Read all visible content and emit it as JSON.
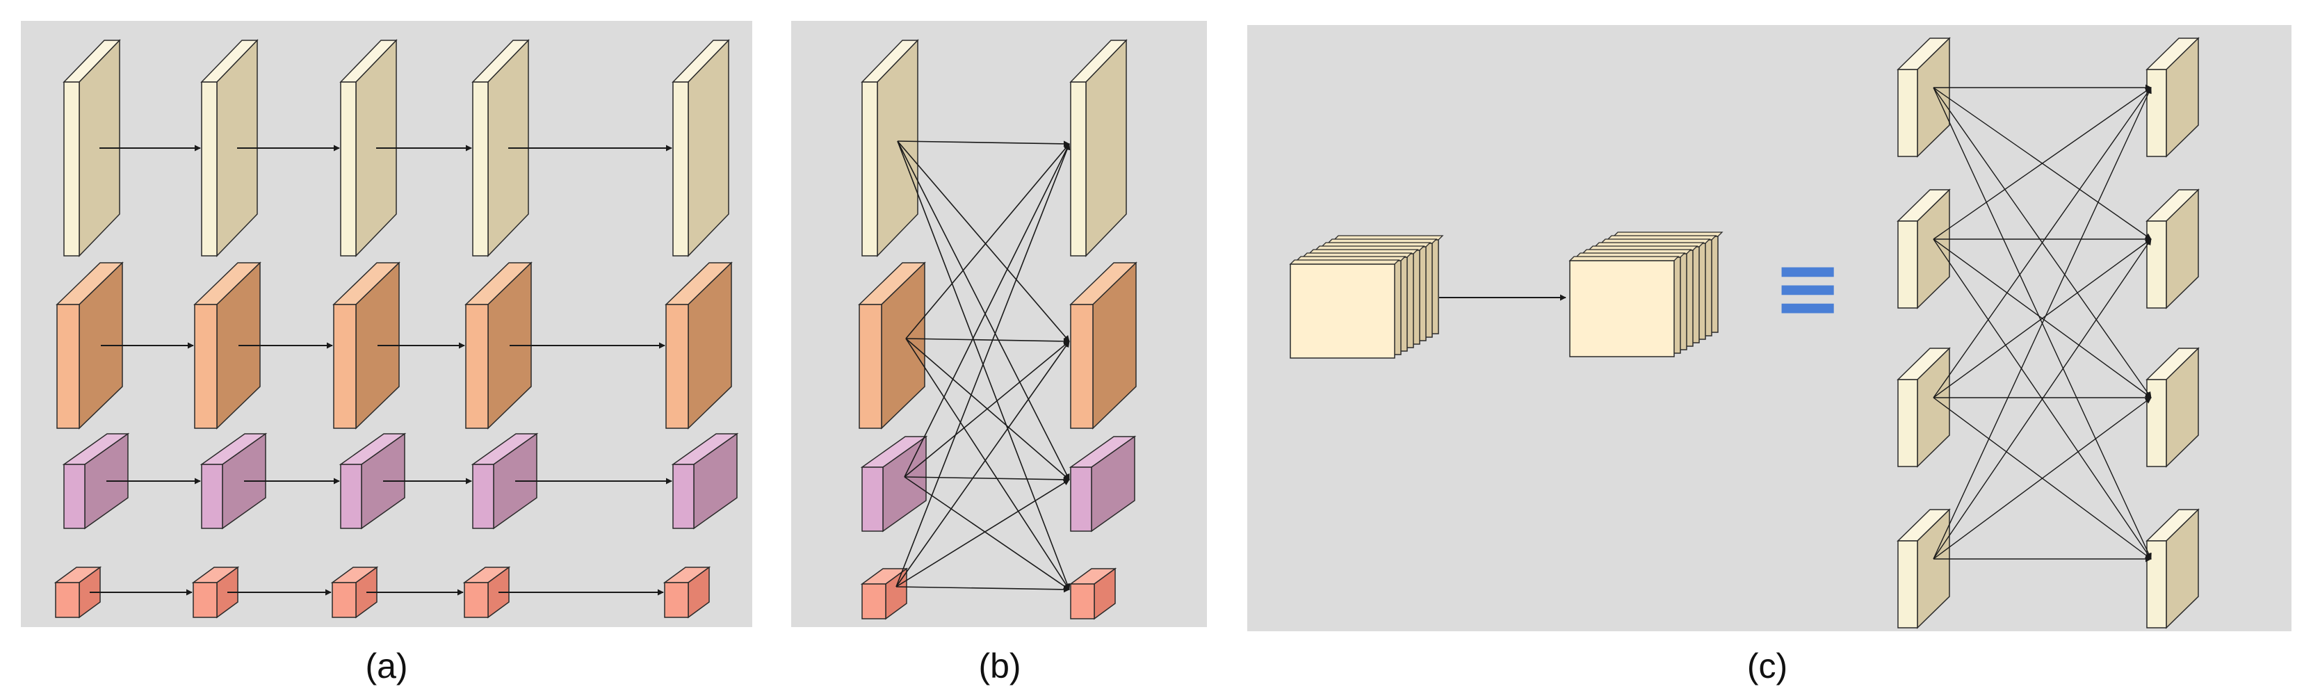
{
  "panels": [
    {
      "id": "a",
      "caption": "(a)"
    },
    {
      "id": "b",
      "caption": "(b)"
    },
    {
      "id": "c",
      "caption": "(c)"
    }
  ],
  "equivalence_symbol": "≡",
  "colors": {
    "panel_bg": "#dcdcdc",
    "row1": {
      "front": "#d6c9a6",
      "side": "#f8f2d6",
      "top": "#fbf5df"
    },
    "row2": {
      "front": "#c88e62",
      "side": "#f6b78f",
      "top": "#f8c9a6"
    },
    "row3": {
      "front": "#b98ba7",
      "side": "#dcaad0",
      "top": "#e6bedc"
    },
    "row4": {
      "front": "#e4826f",
      "side": "#f9a08c",
      "top": "#fbb5a4"
    },
    "volume": {
      "front": "#fff0cf",
      "side": "#d9c9a3",
      "top": "#f4e6c2"
    },
    "equivalence": "#4a7fd6",
    "arrow": "#1a1a1a"
  }
}
